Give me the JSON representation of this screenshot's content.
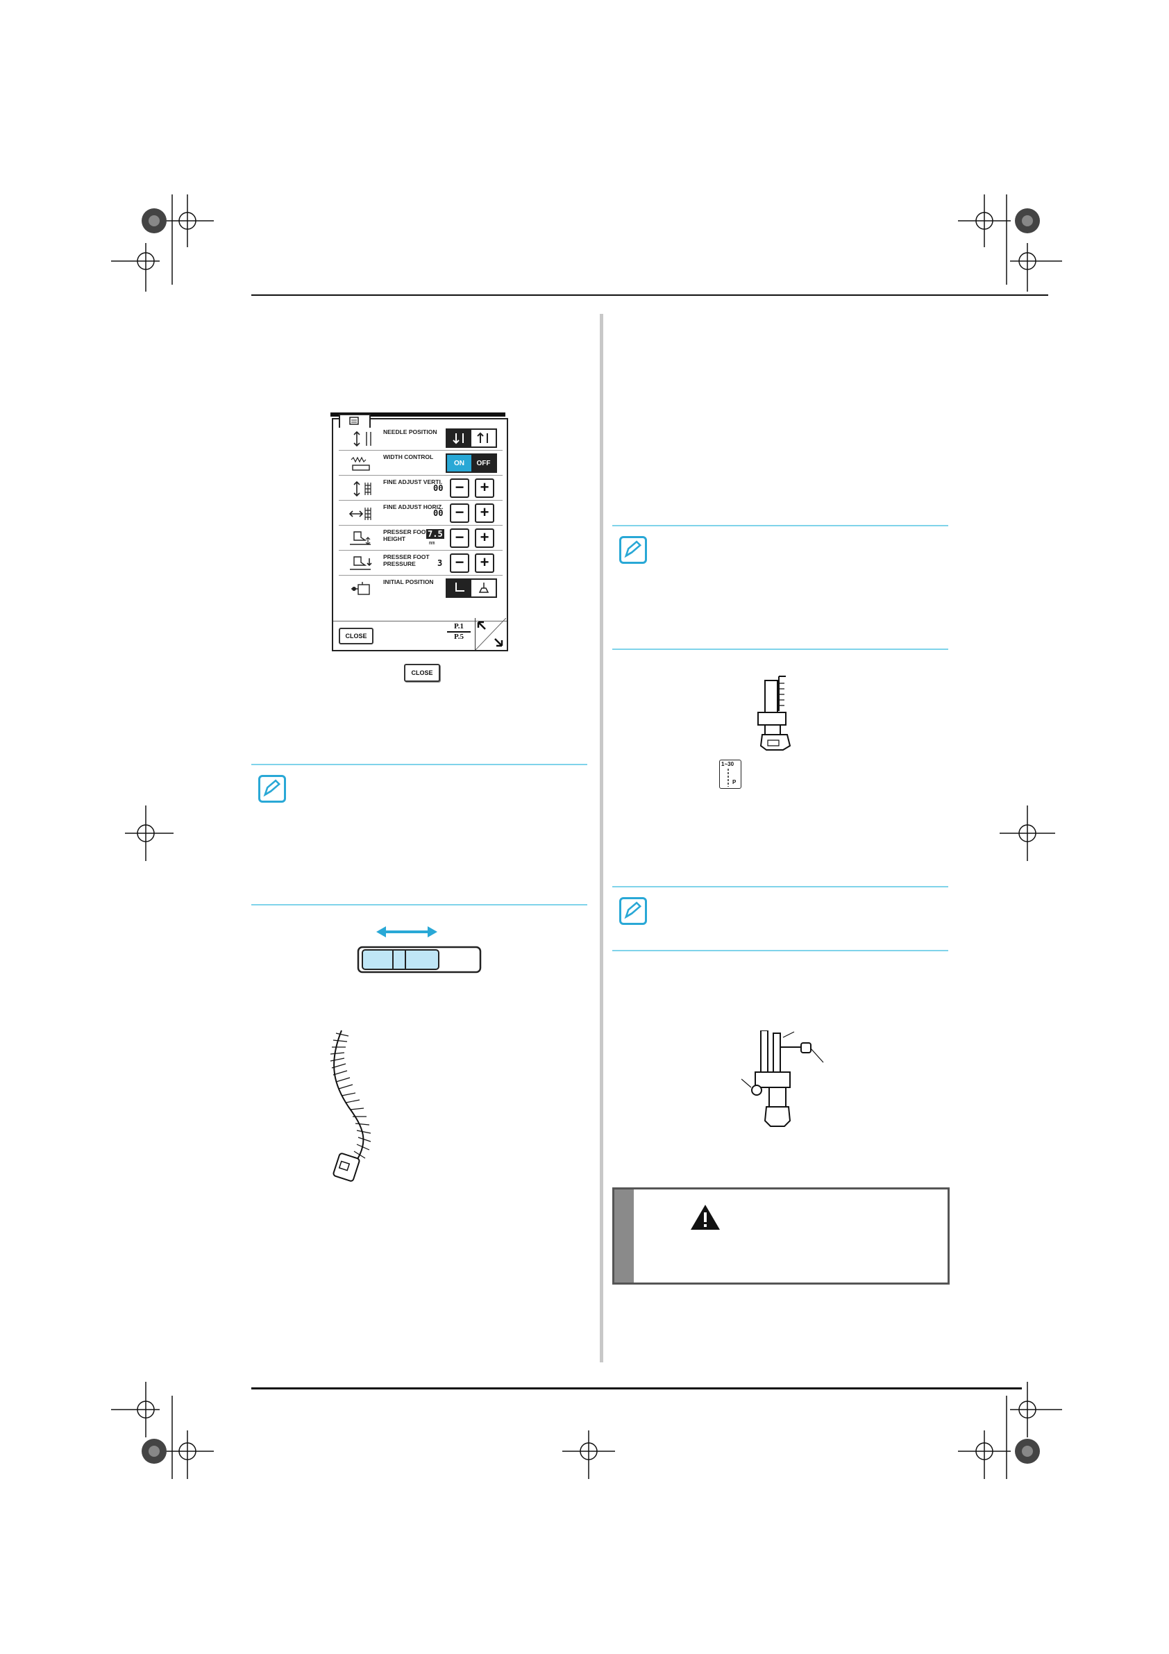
{
  "lcd": {
    "rows": [
      {
        "label": "NEEDLE POSITION"
      },
      {
        "label": "WIDTH CONTROL",
        "on": "ON",
        "off": "OFF"
      },
      {
        "label": "FINE ADJUST VERTI.",
        "value": "00",
        "minus": "−",
        "plus": "+"
      },
      {
        "label": "FINE ADJUST HORIZ.",
        "value": "00",
        "minus": "−",
        "plus": "+"
      },
      {
        "label": "PRESSER FOOT HEIGHT",
        "value": "7.5",
        "unit": "mm",
        "minus": "−",
        "plus": "+"
      },
      {
        "label": "PRESSER FOOT PRESSURE",
        "value": "3",
        "minus": "−",
        "plus": "+"
      },
      {
        "label": "INITIAL POSITION"
      }
    ],
    "close_label": "CLOSE",
    "page_current": "P.1",
    "page_total": "P.5"
  },
  "close_key_label": "CLOSE",
  "stitch_selector": {
    "range": "1~30",
    "letter": "P"
  },
  "colors": {
    "accent": "#29a8d6",
    "divider": "#7fd3ea",
    "slider_fill": "#bfe6f6"
  }
}
